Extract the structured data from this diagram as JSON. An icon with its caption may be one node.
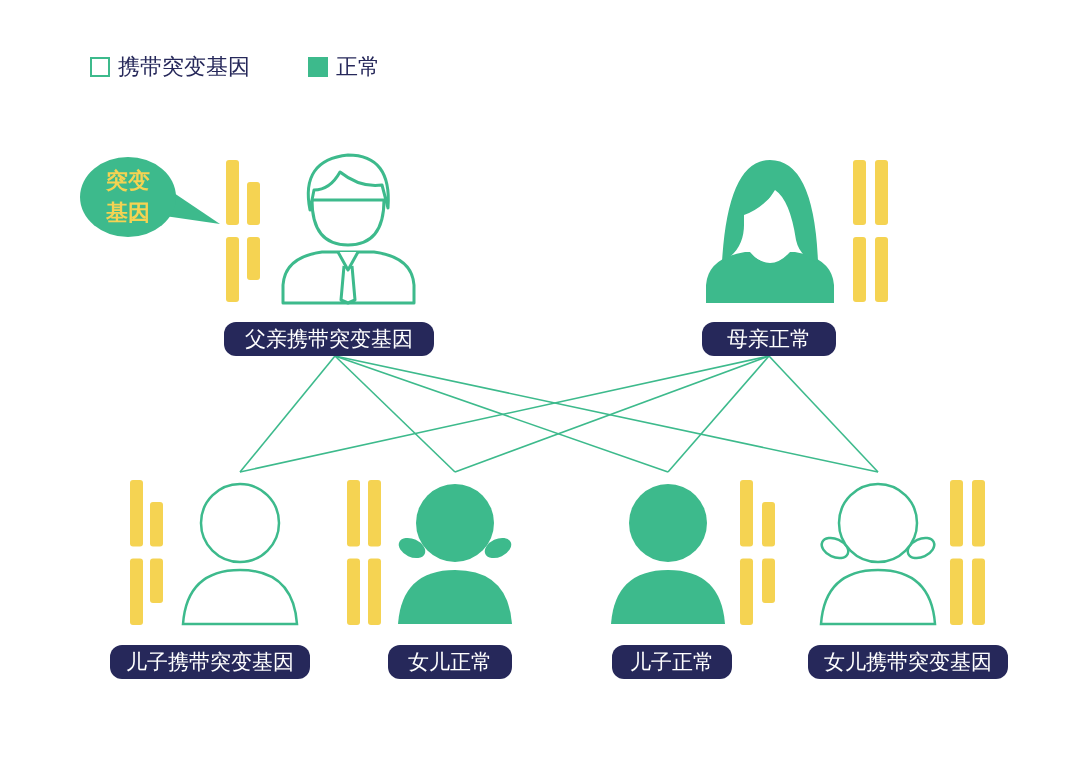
{
  "diagram": {
    "nodes": [
      {
        "text": [
          "突变基因"
        ]
      },
      {
        "text": [
          "父亲携带突变基因"
        ]
      },
      {
        "text": [
          "母亲正常"
        ]
      },
      {
        "text": [
          "儿子携带突变基因"
        ]
      },
      {
        "text": [
          "女儿正常"
        ]
      },
      {
        "text": [
          "儿子正常"
        ]
      },
      {
        "text": [
          "女儿携带突变基因"
        ]
      },
      {
        "text": [],
        "shape": "person"
      },
      {
        "text": [],
        "shape": "person"
      },
      {
        "text": [],
        "shape": "person"
      },
      {
        "text": [],
        "shape": "person"
      }
    ],
    "edges": [
      {
        "from": 1,
        "to": 7,
        "arrow": "none"
      },
      {
        "from": 1,
        "to": 8,
        "arrow": "none"
      },
      {
        "from": 1,
        "to": 9,
        "arrow": "none"
      },
      {
        "from": 1,
        "to": 10,
        "arrow": "none"
      },
      {
        "from": 2,
        "to": 7,
        "arrow": "none"
      },
      {
        "from": 2,
        "to": 8,
        "arrow": "none"
      },
      {
        "from": 2,
        "to": 9,
        "arrow": "none"
      },
      {
        "from": 2,
        "to": 10,
        "arrow": "none"
      }
    ],
    "legend": [
      {
        "text": "携带突变基因"
      },
      {
        "text": "正常",
        "color": "#3dba8c"
      }
    ]
  }
}
